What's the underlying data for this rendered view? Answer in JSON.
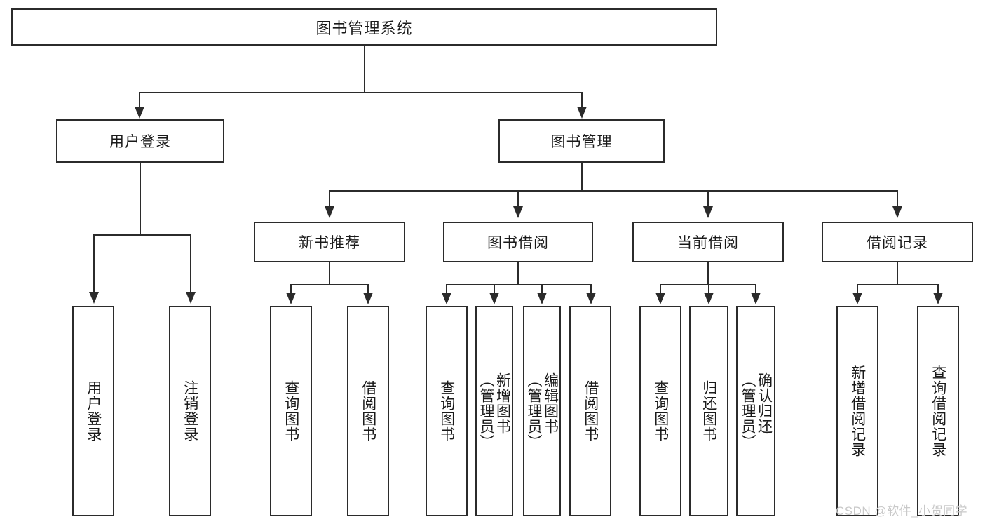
{
  "diagram": {
    "type": "tree-hierarchy",
    "title": "图书管理系统",
    "root": {
      "label": "图书管理系统"
    },
    "level1": [
      {
        "label": "用户登录"
      },
      {
        "label": "图书管理"
      }
    ],
    "level2": [
      {
        "label": "新书推荐",
        "parent": "图书管理"
      },
      {
        "label": "图书借阅",
        "parent": "图书管理"
      },
      {
        "label": "当前借阅",
        "parent": "图书管理"
      },
      {
        "label": "借阅记录",
        "parent": "图书管理"
      }
    ],
    "leaves": {
      "user_login": [
        {
          "label": "用户登录"
        },
        {
          "label": "注销登录"
        }
      ],
      "new_book_recommend": [
        {
          "label": "查询图书"
        },
        {
          "label": "借阅图书"
        }
      ],
      "book_borrow": [
        {
          "label": "查询图书"
        },
        {
          "label": "新增图书\n（管理员）"
        },
        {
          "label": "编辑图书\n（管理员）"
        },
        {
          "label": "借阅图书"
        }
      ],
      "current_borrow": [
        {
          "label": "查询图书"
        },
        {
          "label": "归还图书"
        },
        {
          "label": "确认归还\n（管理员）"
        }
      ],
      "borrow_record": [
        {
          "label": "新增借阅记录"
        },
        {
          "label": "查询借阅记录"
        }
      ]
    }
  },
  "watermark": {
    "text": "CSDN @软件_小贺同学"
  },
  "colors": {
    "stroke": "#2b2b2b",
    "background": "#ffffff",
    "text": "#1a1a1a",
    "watermark": "#c9c9c9"
  }
}
